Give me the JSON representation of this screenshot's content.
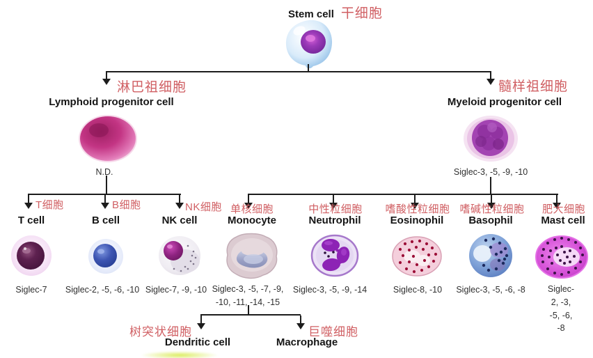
{
  "stem": {
    "en": "Stem cell",
    "zh": "干细胞"
  },
  "lymphoid": {
    "zh": "淋巴祖细胞",
    "en": "Lymphoid progenitor cell",
    "marker": "N.D."
  },
  "myeloid": {
    "zh": "髓样祖细胞",
    "en": "Myeloid progenitor cell",
    "marker": "Siglec-3, -5, -9, -10"
  },
  "cells": [
    {
      "zh": "T细胞",
      "en": "T cell",
      "siglec": "Siglec-7"
    },
    {
      "zh": "B细胞",
      "en": "B cell",
      "siglec": "Siglec-2, -5, -6, -10"
    },
    {
      "zh": "NK细胞",
      "en": "NK cell",
      "siglec": "Siglec-7, -9, -10"
    },
    {
      "zh": "单核细胞",
      "en": "Monocyte",
      "siglec": "Siglec-3, -5, -7, -9,\n-10, -11, -14, -15"
    },
    {
      "zh": "中性粒细胞",
      "en": "Neutrophil",
      "siglec": "Siglec-3, -5, -9, -14"
    },
    {
      "zh": "嗜酸性粒细胞",
      "en": "Eosinophil",
      "siglec": "Siglec-8, -10"
    },
    {
      "zh": "嗜碱性粒细胞",
      "en": "Basophil",
      "siglec": "Siglec-3, -5, -6, -8"
    },
    {
      "zh": "肥大细胞",
      "en": "Mast cell",
      "siglec": "Siglec-2, -3,\n-5, -6, -8"
    }
  ],
  "derived": {
    "dendritic": {
      "zh": "树突状细胞",
      "en": "Dendritic cell"
    },
    "macrophage": {
      "zh": "巨噬细胞",
      "en": "Macrophage"
    }
  },
  "colors": {
    "accent_red": "#d05f63",
    "text_black": "#151515",
    "line_black": "#1c1c1c",
    "siglec_gray": "#2f2f2f",
    "highlight_yellow": "#d5e943"
  }
}
